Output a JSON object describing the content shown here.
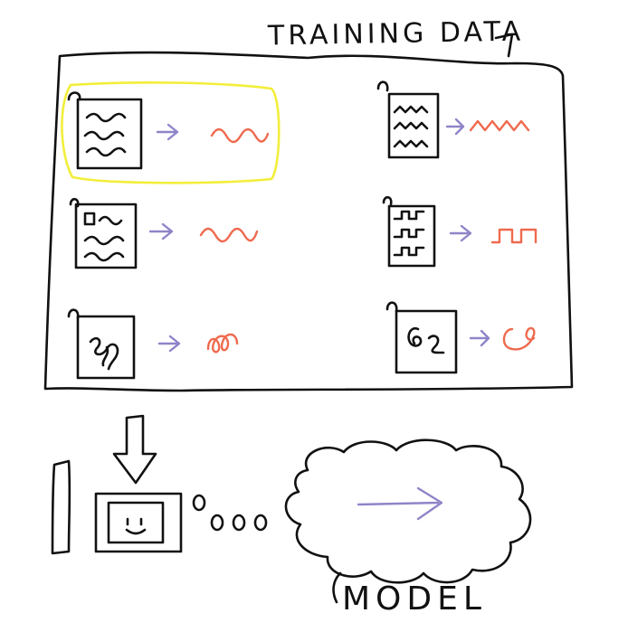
{
  "diagram": {
    "title": "TRAINING DATA",
    "caption": "MODEL",
    "colors": {
      "ink": "#111111",
      "arrow": "#8e85c8",
      "output_wave": "#ef6a4e",
      "highlight": "#f2ee3a"
    },
    "examples": [
      {
        "input_icon": "wavy-lines-document-icon",
        "output_icon": "sine-wave-icon",
        "highlighted": true
      },
      {
        "input_icon": "zigzag-lines-document-icon",
        "output_icon": "zigzag-wave-icon",
        "highlighted": false
      },
      {
        "input_icon": "box-and-wavy-lines-document-icon",
        "output_icon": "sine-wave-icon",
        "highlighted": false
      },
      {
        "input_icon": "square-wave-document-icon",
        "output_icon": "square-wave-icon",
        "highlighted": false
      },
      {
        "input_icon": "scribble-document-icon",
        "output_icon": "loop-scribble-icon",
        "highlighted": false
      },
      {
        "input_icon": "curl-scribble-document-icon",
        "output_icon": "curl-icon",
        "highlighted": false
      }
    ],
    "flow": [
      "training-data",
      "computer",
      "thought-bubble",
      "model"
    ]
  }
}
